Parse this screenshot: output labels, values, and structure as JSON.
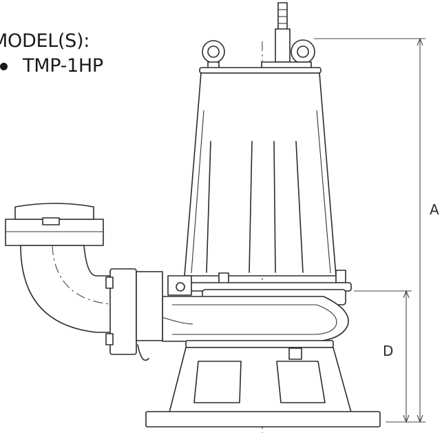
{
  "models": {
    "heading": "MODEL(S):",
    "items": [
      "TMP-1HP"
    ]
  },
  "dimensions": {
    "a_label": "A",
    "d_label": "D"
  }
}
